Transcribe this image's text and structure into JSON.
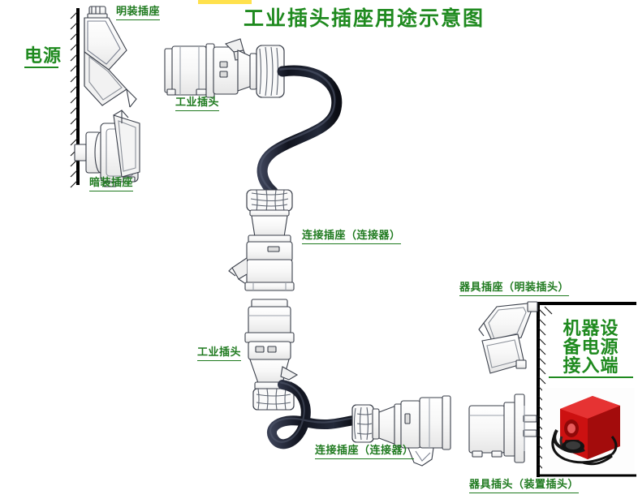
{
  "diagram": {
    "title": "工业插头插座用途示意图",
    "title_color": "#1f8a1f",
    "label_color": "#1f7a1f",
    "accent_yellow": "#ffe14d",
    "cable_color": "#1b1f2e",
    "machine_color": "#cc1111",
    "background": "#ffffff"
  },
  "labels": {
    "power_source": "电源",
    "surface_socket": "明装插座",
    "flush_socket": "暗装插座",
    "industrial_plug_top": "工业插头",
    "connector_socket_top": "连接插座（连接器）",
    "industrial_plug_bottom": "工业插头",
    "connector_socket_bottom": "连接插座（连接器）",
    "appliance_socket": "器具插座（明装插头）",
    "appliance_plug": "器具插头（装置插头）",
    "machine_inlet_line1": "机器设",
    "machine_inlet_line2": "备电源",
    "machine_inlet_line3": "接入端"
  },
  "elements": {
    "wall_left": "wall-hatched-left",
    "wall_right": "wall-hatched-right",
    "machine": "red-welding-machine",
    "cable_upper": "coiled-cable-upper",
    "cable_lower": "coiled-cable-lower"
  }
}
